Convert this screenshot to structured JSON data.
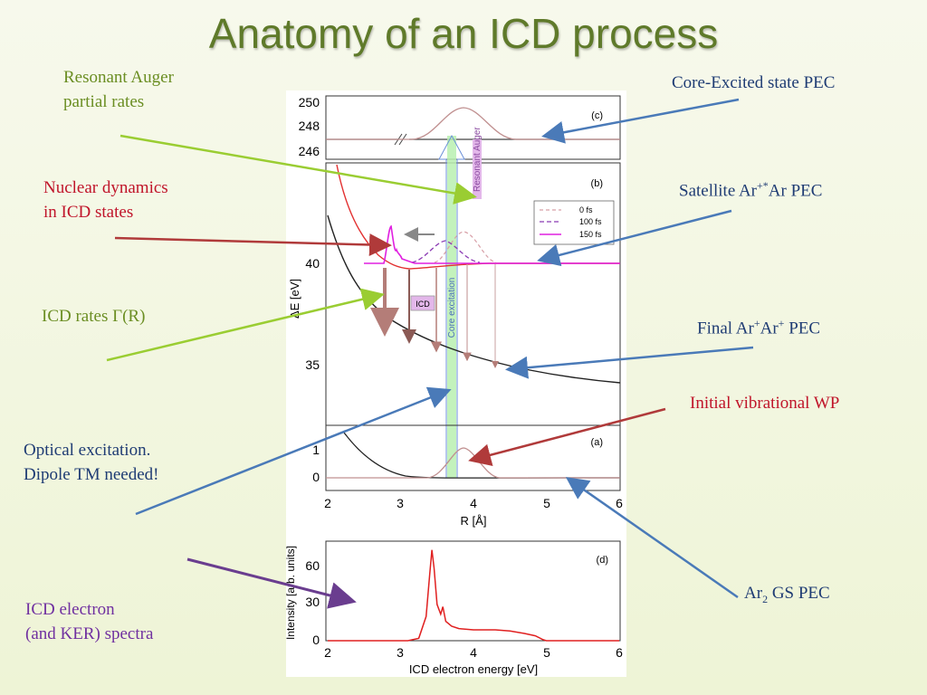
{
  "slide": {
    "title": "Anatomy of an ICD process"
  },
  "annotations": {
    "resonant_auger": [
      "Resonant Auger",
      "partial rates"
    ],
    "nuclear_dynamics": [
      "Nuclear dynamics",
      "in ICD states"
    ],
    "icd_rates": "ICD rates Γ(R)",
    "optical_excitation": [
      "Optical excitation.",
      "Dipole TM needed!"
    ],
    "icd_electron": [
      "ICD electron",
      "(and KER) spectra"
    ],
    "core_excited_pec": "Core-Excited state PEC",
    "satellite_pec": {
      "prefix": "Satellite Ar",
      "sup": "+*",
      "suffix": "Ar PEC"
    },
    "final_pec": {
      "a": "Final Ar",
      "sup1": "+",
      "b": "Ar",
      "sup2": "+",
      "c": " PEC"
    },
    "initial_wp": "Initial vibrational WP",
    "gs_pec": {
      "a": "Ar",
      "sub": "2",
      "b": " GS PEC"
    }
  },
  "colors": {
    "green": "#6b8e23",
    "red": "#c0152a",
    "blue": "#1f3c74",
    "purple": "#7030a0",
    "arrow_green": "#9acd32",
    "arrow_red": "#b03a3a",
    "arrow_blue": "#4a7ab8",
    "arrow_purple": "#6a3d8f"
  },
  "figure": {
    "panel_c": {
      "tag": "(c)",
      "y_ticks": [
        "250",
        "248",
        "246"
      ]
    },
    "panel_b": {
      "tag": "(b)",
      "y_ticks": [
        "40",
        "35"
      ],
      "y_label": "ΔE [eV]",
      "legend": [
        "0 fs",
        "100 fs",
        "150 fs"
      ],
      "band_labels": {
        "resonant_auger": "Resonant Auger",
        "core_excitation": "Core excitation",
        "icd": "ICD"
      }
    },
    "panel_a": {
      "tag": "(a)",
      "y_ticks": [
        "1",
        "0"
      ],
      "x_ticks": [
        "2",
        "3",
        "4",
        "5",
        "6"
      ],
      "x_label": "R [Å]"
    },
    "panel_d": {
      "tag": "(d)",
      "y_ticks": [
        "60",
        "30",
        "0"
      ],
      "x_ticks": [
        "2",
        "3",
        "4",
        "5",
        "6"
      ],
      "x_label": "ICD electron energy [eV]",
      "y_label": "Intensity [arb. units]"
    }
  },
  "chart_data": {
    "type": "line",
    "title": "",
    "xlabel": "ICD electron energy [eV]",
    "ylabel": "Intensity [arb. units]",
    "xlim": [
      2,
      6
    ],
    "ylim": [
      0,
      80
    ],
    "series": [
      {
        "x": [
          2.0,
          3.1,
          3.25,
          3.35,
          3.4,
          3.43,
          3.46,
          3.5,
          3.55,
          3.58,
          3.62,
          3.7,
          3.8,
          4.0,
          4.3,
          4.5,
          4.7,
          4.85,
          4.95,
          5.0,
          6.0
        ],
        "values": [
          0,
          0,
          2,
          20,
          55,
          75,
          60,
          30,
          22,
          28,
          16,
          12,
          10,
          9,
          9,
          8,
          6,
          4,
          1,
          0,
          0
        ]
      }
    ]
  }
}
